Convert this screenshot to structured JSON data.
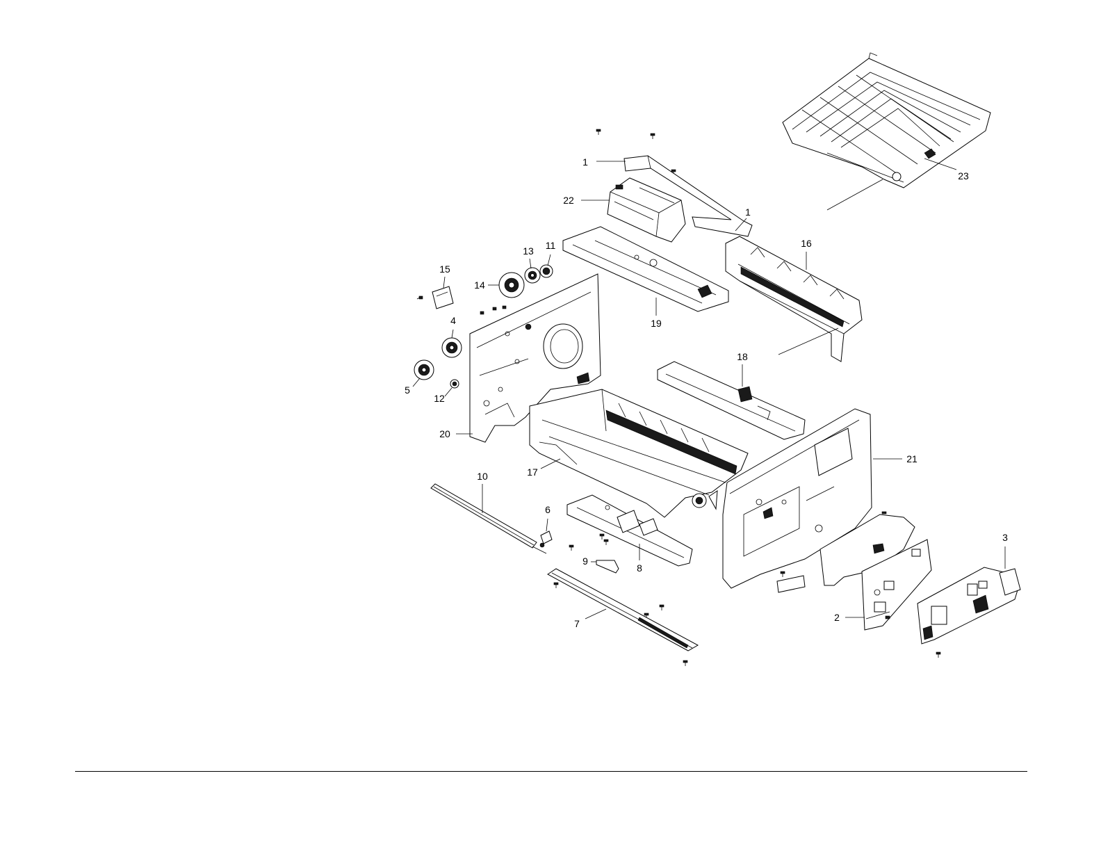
{
  "callouts": [
    {
      "id": "c1a",
      "label": "1"
    },
    {
      "id": "c1b",
      "label": "1"
    },
    {
      "id": "c2",
      "label": "2"
    },
    {
      "id": "c3",
      "label": "3"
    },
    {
      "id": "c4",
      "label": "4"
    },
    {
      "id": "c5",
      "label": "5"
    },
    {
      "id": "c6",
      "label": "6"
    },
    {
      "id": "c7",
      "label": "7"
    },
    {
      "id": "c8",
      "label": "8"
    },
    {
      "id": "c9",
      "label": "9"
    },
    {
      "id": "c10",
      "label": "10"
    },
    {
      "id": "c11",
      "label": "11"
    },
    {
      "id": "c12",
      "label": "12"
    },
    {
      "id": "c13",
      "label": "13"
    },
    {
      "id": "c14",
      "label": "14"
    },
    {
      "id": "c15",
      "label": "15"
    },
    {
      "id": "c16",
      "label": "16"
    },
    {
      "id": "c17",
      "label": "17"
    },
    {
      "id": "c18",
      "label": "18"
    },
    {
      "id": "c19",
      "label": "19"
    },
    {
      "id": "c20",
      "label": "20"
    },
    {
      "id": "c21",
      "label": "21"
    },
    {
      "id": "c22",
      "label": "22"
    },
    {
      "id": "c23",
      "label": "23"
    }
  ]
}
